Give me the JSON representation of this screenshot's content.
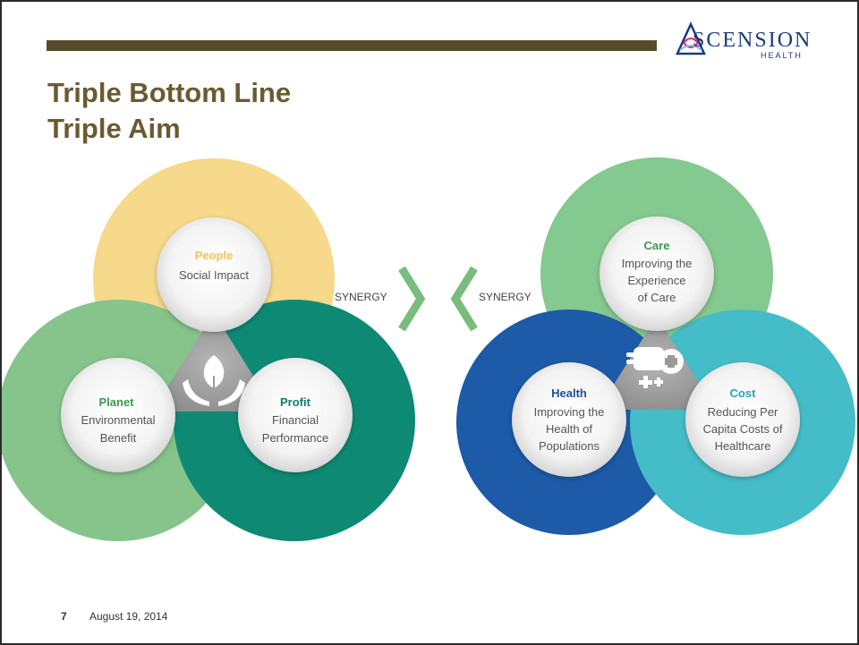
{
  "header": {
    "logo_text_main": "SCENSION",
    "logo_text_sub": "HEALTH",
    "title_line_1": "Triple Bottom Line",
    "title_line_2": "Triple Aim"
  },
  "triple_bottom_line": {
    "synergy": "SYNERGY",
    "icon": "hands-leaf-icon",
    "people": {
      "heading": "People",
      "lines": [
        "Social Impact"
      ]
    },
    "planet": {
      "heading": "Planet",
      "lines": [
        "Environmental",
        "Benefit"
      ]
    },
    "profit": {
      "heading": "Profit",
      "lines": [
        "Financial",
        "Performance"
      ]
    }
  },
  "triple_aim": {
    "synergy": "SYNERGY",
    "icon": "hand-medical-cross-icon",
    "care": {
      "heading": "Care",
      "lines": [
        "Improving the",
        "Experience",
        "of Care"
      ]
    },
    "health": {
      "heading": "Health",
      "lines": [
        "Improving the",
        "Health of",
        "Populations"
      ]
    },
    "cost": {
      "heading": "Cost",
      "lines": [
        "Reducing Per",
        "Capita Costs of",
        "Healthcare"
      ]
    }
  },
  "footer": {
    "page_number": "7",
    "date": "August 19, 2014"
  },
  "colors": {
    "title": "#6b5a30",
    "header_bar": "#5a4a2c",
    "logo": "#1b3a78",
    "people_ring": "#f6d98a",
    "planet_ring": "#86c48b",
    "profit_ring": "#0e8a74",
    "care_ring": "#84c98f",
    "health_ring": "#1d5aa8",
    "cost_ring": "#45bdc8",
    "center_triangle": "#9a9a9a",
    "synergy_chevron": "#79bd7d",
    "people_heading": "#f2c45a",
    "planet_heading": "#3d9a4d",
    "profit_heading": "#0d7e6a",
    "care_heading": "#3d9a4d",
    "health_heading": "#1c4f9c",
    "cost_heading": "#2aa3b5"
  }
}
